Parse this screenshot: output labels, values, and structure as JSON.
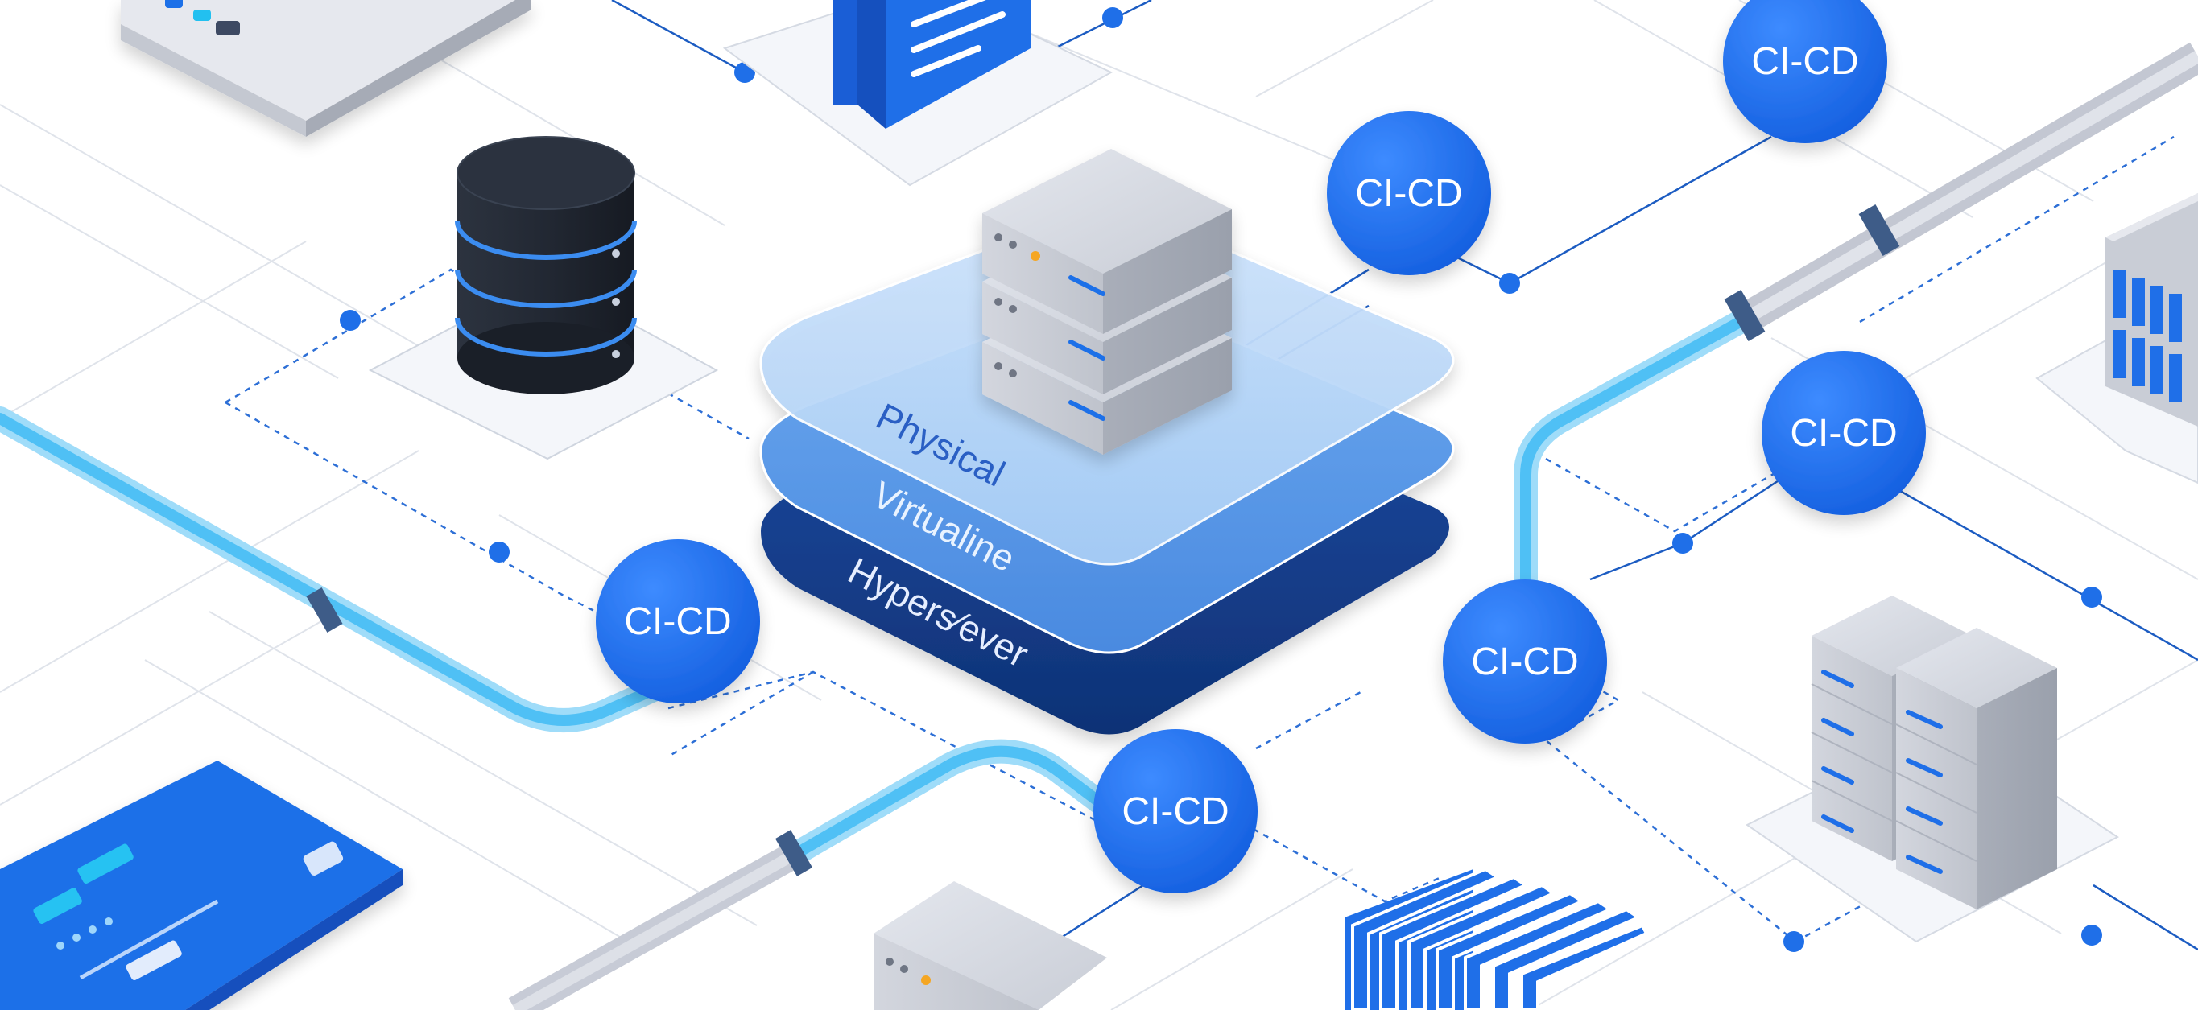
{
  "diagram": {
    "stack_labels": {
      "physical": "Physical",
      "virtual": "Virtualine",
      "hypervisor": "Hypers∕ever"
    },
    "cicd_nodes": [
      {
        "label": "CI-CD"
      },
      {
        "label": "CI-CD"
      },
      {
        "label": "CI-CD"
      },
      {
        "label": "CI-CD"
      },
      {
        "label": "CI-CD"
      },
      {
        "label": "CI-CD"
      }
    ],
    "colors": {
      "accent_blue": "#1f6fe8",
      "node_blue": "#2170ee",
      "navy_layer": "#143e88",
      "mid_blue_layer": "#5b9ce8",
      "light_blue_layer": "#b9d8f8",
      "cyan_pipe": "#5cc6f5",
      "gray_pipe": "#c7cbd6",
      "server_gray": "#c2c6d0",
      "database_dark": "#1f2530",
      "grid_line": "#d8dde6"
    },
    "icons": [
      "database-icon",
      "server-stack-icon",
      "document-icon",
      "storage-rack-icon",
      "card-device-icon",
      "blade-chassis-icon",
      "cicd-node-icon"
    ]
  }
}
